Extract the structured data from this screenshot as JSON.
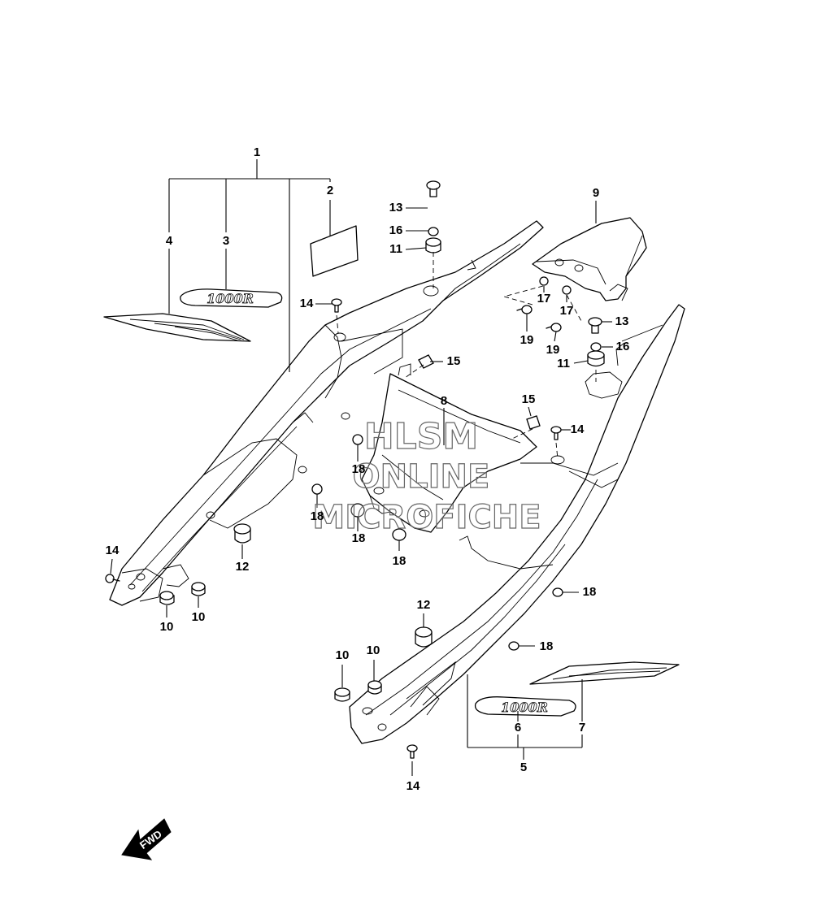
{
  "watermark": {
    "line1": "HLSM",
    "line2": "ONLINE",
    "line3": "MICROFICHE"
  },
  "fwd_label": "FWD",
  "decal_text": "1000R",
  "callouts": {
    "c1": "1",
    "c2": "2",
    "c3": "3",
    "c4": "4",
    "c5": "5",
    "c6": "6",
    "c7": "7",
    "c8": "8",
    "c9": "9",
    "c10a": "10",
    "c10b": "10",
    "c10c": "10",
    "c10d": "10",
    "c11a": "11",
    "c11b": "11",
    "c12a": "12",
    "c12b": "12",
    "c13a": "13",
    "c13b": "13",
    "c14a": "14",
    "c14b": "14",
    "c14c": "14",
    "c14d": "14",
    "c15a": "15",
    "c15b": "15",
    "c16a": "16",
    "c16b": "16",
    "c17a": "17",
    "c17b": "17",
    "c18a": "18",
    "c18b": "18",
    "c18c": "18",
    "c18d": "18",
    "c18e": "18",
    "c18f": "18",
    "c19a": "19",
    "c19b": "19"
  }
}
